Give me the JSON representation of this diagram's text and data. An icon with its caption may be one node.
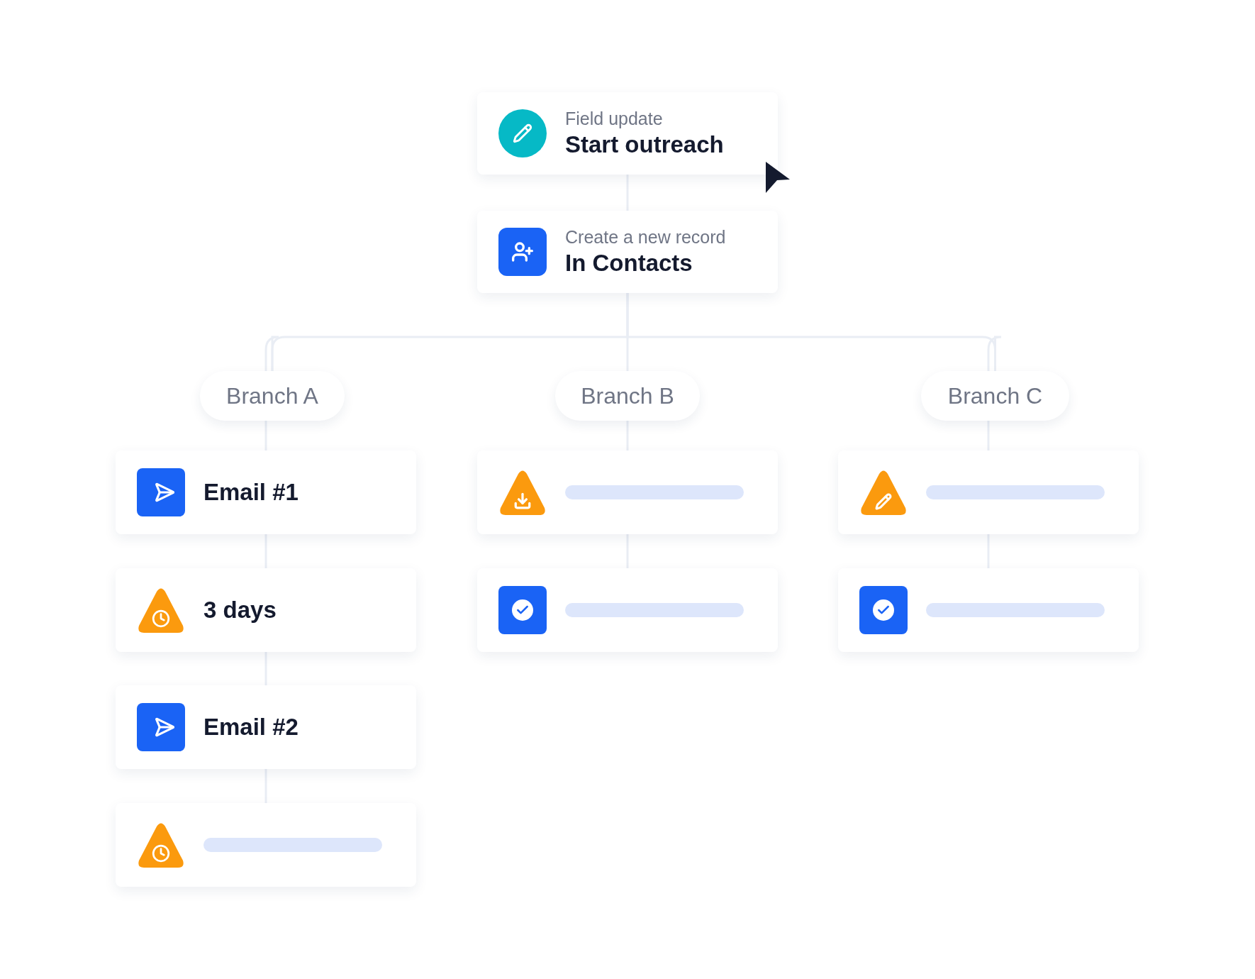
{
  "diagram": {
    "nodes": [
      {
        "text": [
          "Field update",
          "Start outreach"
        ]
      },
      {
        "text": [
          "Create a new record",
          "In Contacts"
        ]
      },
      {
        "text": [
          "Branch A"
        ]
      },
      {
        "text": [
          "Branch B"
        ]
      },
      {
        "text": [
          "Branch C"
        ]
      },
      {
        "text": [
          "Email #1"
        ]
      },
      {
        "text": [
          "3 days"
        ]
      },
      {
        "text": [
          "Email #2"
        ]
      },
      {
        "text": [],
        "shape": "box"
      },
      {
        "text": [],
        "shape": "box"
      },
      {
        "text": [],
        "shape": "box"
      },
      {
        "text": [],
        "shape": "box"
      },
      {
        "text": [],
        "shape": "box"
      }
    ],
    "edges": [
      {
        "from": 0,
        "to": 1,
        "arrow": "none"
      },
      {
        "from": 1,
        "to": 2,
        "arrow": "none"
      },
      {
        "from": 1,
        "to": 3,
        "arrow": "none"
      },
      {
        "from": 1,
        "to": 4,
        "arrow": "none"
      },
      {
        "from": 2,
        "to": 5,
        "arrow": "none"
      },
      {
        "from": 5,
        "to": 6,
        "arrow": "none"
      },
      {
        "from": 6,
        "to": 7,
        "arrow": "none"
      },
      {
        "from": 7,
        "to": 8,
        "arrow": "none"
      },
      {
        "from": 3,
        "to": 9,
        "arrow": "none"
      },
      {
        "from": 9,
        "to": 10,
        "arrow": "none"
      },
      {
        "from": 4,
        "to": 11,
        "arrow": "none"
      },
      {
        "from": 11,
        "to": 12,
        "arrow": "none"
      }
    ]
  }
}
